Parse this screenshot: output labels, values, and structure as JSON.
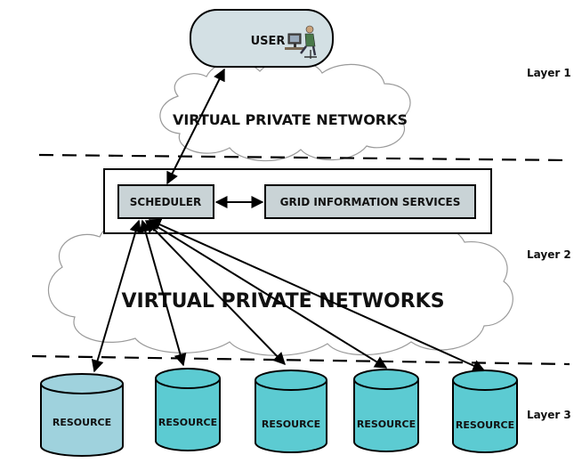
{
  "user": {
    "label": "USER",
    "icon": "user-at-computer-icon"
  },
  "networks": {
    "top_label": "VIRTUAL PRIVATE NETWORKS",
    "middle_label": "VIRTUAL PRIVATE NETWORKS"
  },
  "layers": {
    "layer1": "Layer 1",
    "layer2": "Layer 2",
    "layer3": "Layer 3"
  },
  "scheduler": {
    "label": "SCHEDULER"
  },
  "gis": {
    "label": "GRID INFORMATION SERVICES"
  },
  "resources": [
    {
      "label": "RESOURCE"
    },
    {
      "label": "RESOURCE"
    },
    {
      "label": "RESOURCE"
    },
    {
      "label": "RESOURCE"
    },
    {
      "label": "RESOURCE"
    }
  ],
  "colors": {
    "user_box": "#d3e0e4",
    "box_fill": "#c9d3d6",
    "cylinder_first": "#9fd2dd",
    "cylinder": "#5ccbd2",
    "line": "#000000"
  }
}
